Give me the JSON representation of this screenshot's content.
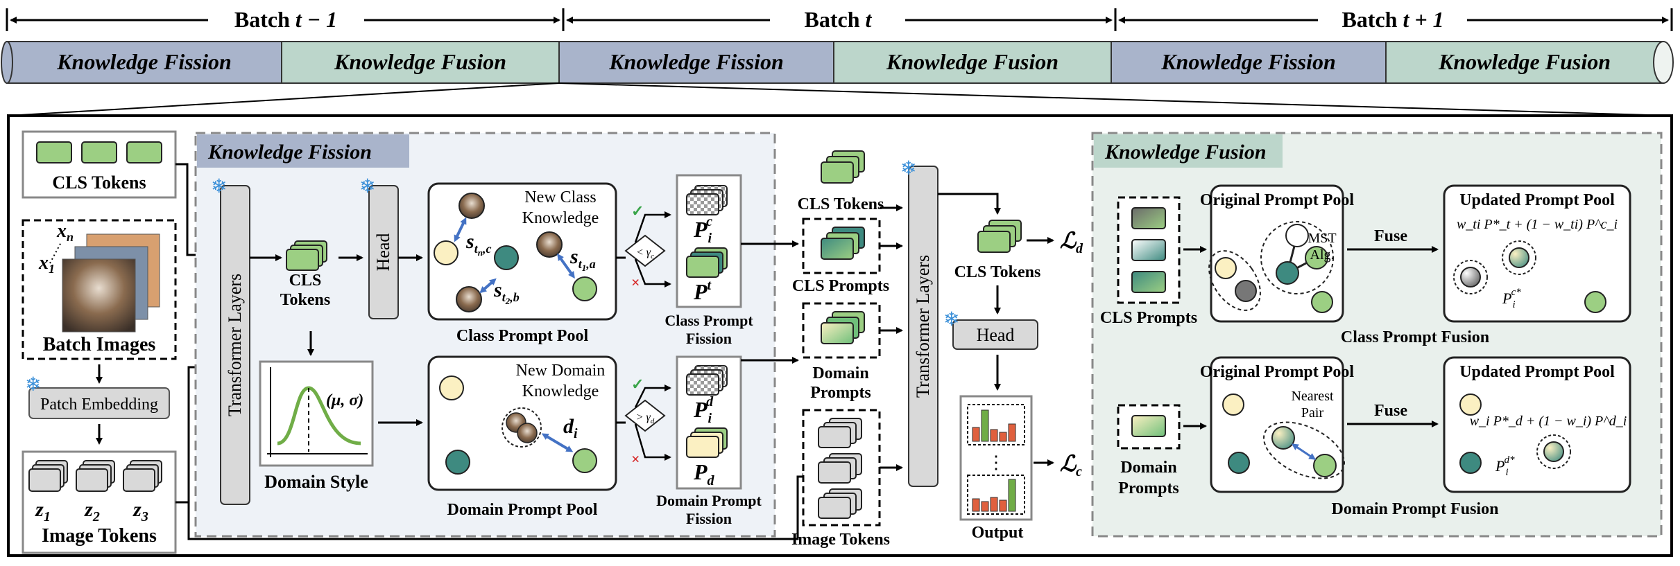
{
  "timeline": {
    "batches": [
      {
        "label": "Batch",
        "var": "t − 1"
      },
      {
        "label": "Batch",
        "var": "t"
      },
      {
        "label": "Batch",
        "var": "t + 1"
      }
    ],
    "segments": [
      "Knowledge Fission",
      "Knowledge Fusion",
      "Knowledge Fission",
      "Knowledge Fusion",
      "Knowledge Fission",
      "Knowledge Fusion"
    ]
  },
  "left": {
    "cls_tokens": "CLS Tokens",
    "batch_images": "Batch Images",
    "x1": "x",
    "x1_sub": "1",
    "xn": "x",
    "xn_sub": "n",
    "patch_embedding": "Patch Embedding",
    "image_tokens": "Image Tokens",
    "z1": "z",
    "z1_sub": "1",
    "z2": "z",
    "z2_sub": "2",
    "z3": "z",
    "z3_sub": "3"
  },
  "fission": {
    "title": "Knowledge Fission",
    "transformer_layers": "Transformer Layers",
    "cls_tokens_line1": "CLS",
    "cls_tokens_line2": "Tokens",
    "head": "Head",
    "domain_style": "Domain Style",
    "mu_sigma": "(μ, σ)",
    "new_class_1": "New Class",
    "new_class_2": "Knowledge",
    "s_tnc": "s",
    "s_tnc_sub": "t",
    "s_tnc_sub2": "n",
    "s_tnc_sub3": ",c",
    "s_t1a": "s",
    "s_t1a_sub": "t",
    "s_t1a_sub2": "1",
    "s_t1a_sub3": ",a",
    "s_t2b": "s",
    "s_t2b_sub": "t",
    "s_t2b_sub2": "2",
    "s_t2b_sub3": ",b",
    "class_prompt_pool": "Class Prompt Pool",
    "new_domain_1": "New Domain",
    "new_domain_2": "Knowledge",
    "d_i": "d",
    "d_i_sub": "i",
    "domain_prompt_pool": "Domain Prompt Pool",
    "gamma_c": "< γ",
    "gamma_c_sub": "c",
    "gamma_d": "> γ",
    "gamma_d_sub": "d",
    "check": "✓",
    "cross": "×",
    "pic": "P",
    "pic_sub": "i",
    "pic_sup": "c",
    "pt": "P",
    "pt_sup": "t",
    "pid": "P",
    "pid_sub": "i",
    "pid_sup": "d",
    "pd": "P",
    "pd_sub": "d",
    "class_prompt_fission_1": "Class Prompt",
    "class_prompt_fission_2": "Fission",
    "domain_prompt_fission_1": "Domain Prompt",
    "domain_prompt_fission_2": "Fission"
  },
  "middle": {
    "cls_tokens": "CLS Tokens",
    "cls_prompts": "CLS Prompts",
    "domain_prompts_1": "Domain",
    "domain_prompts_2": "Prompts",
    "image_tokens": "Image Tokens",
    "transformer_layers": "Transformer Layers",
    "cls_tokens_right": "CLS Tokens",
    "loss_d": "ℒ",
    "loss_d_sub": "d",
    "head": "Head",
    "dots": "⋮",
    "output": "Output",
    "loss_c": "ℒ",
    "loss_c_sub": "c"
  },
  "fusion": {
    "title": "Knowledge Fusion",
    "cls_prompts": "CLS Prompts",
    "original_pool_1": "Original Prompt Pool",
    "mst_1": "MST",
    "mst_2": "Alg.",
    "fuse": "Fuse",
    "updated_pool_1": "Updated Prompt Pool",
    "formula_class": "w_ti P*_t + (1 − w_ti) P^c_i",
    "pic_star": "P",
    "pic_star_sub": "i",
    "pic_star_sup": "c*",
    "class_prompt_fusion": "Class Prompt Fusion",
    "domain_prompts_1": "Domain",
    "domain_prompts_2": "Prompts",
    "original_pool_2": "Original Prompt Pool",
    "nearest_1": "Nearest",
    "nearest_2": "Pair",
    "updated_pool_2": "Updated Prompt Pool",
    "formula_domain": "w_i P*_d + (1 − w_i) P^d_i",
    "pid_star": "P",
    "pid_star_sub": "i",
    "pid_star_sup": "d*",
    "domain_prompt_fusion": "Domain Prompt Fusion"
  },
  "colors": {
    "fission_blue": "#a9b4cb",
    "fusion_teal": "#bcd6cb",
    "token_green": "#9ccf83",
    "dark_teal": "#3e8a80",
    "cream": "#fbf0c2",
    "gray_box": "#d9d9d9",
    "red_bar": "#e0603e",
    "arrow_blue": "#4472c4"
  }
}
